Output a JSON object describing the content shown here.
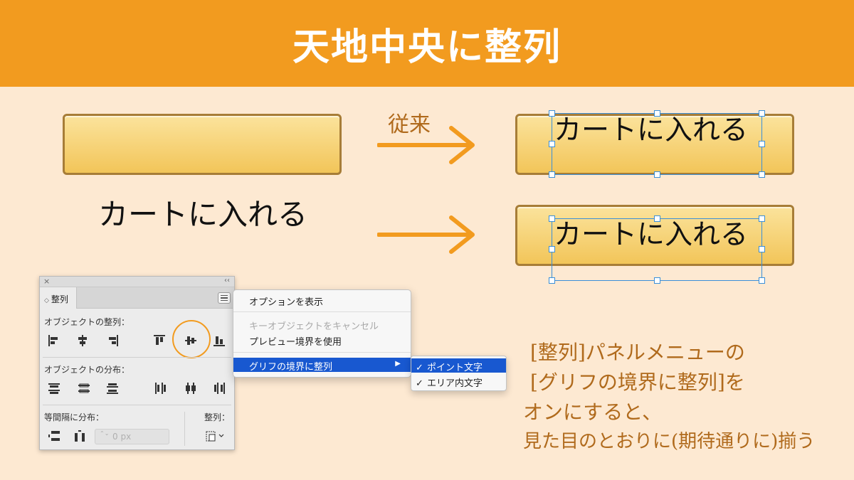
{
  "header": {
    "title": "天地中央に整列"
  },
  "illustration": {
    "button_label": "カートに入れる",
    "arrow_caption": "従来"
  },
  "panel": {
    "close": "×",
    "collapse": "‹‹",
    "tab": "整列",
    "tab_arrow": "◇",
    "section_align": "オブジェクトの整列：",
    "section_distribute": "オブジェクトの分布：",
    "section_spacing": "等間隔に分布：",
    "section_align_to": "整列：",
    "spacing_value": "0 px",
    "spin_arrows": "⌃⌄"
  },
  "context_menu": {
    "items": [
      {
        "label": "オプションを表示",
        "disabled": false
      },
      {
        "label": "キーオブジェクトをキャンセル",
        "disabled": true
      },
      {
        "label": "プレビュー境界を使用",
        "disabled": false
      },
      {
        "label": "グリフの境界に整列",
        "highlighted": true
      }
    ],
    "submenu_arrow": "▶",
    "submenu": [
      {
        "label": "ポイント文字",
        "checked": true,
        "highlighted": true
      },
      {
        "label": "エリア内文字",
        "checked": true
      }
    ],
    "check_glyph": "✓"
  },
  "note": {
    "lines": [
      "[整列]パネルメニューの",
      "[グリフの境界に整列]を",
      "オンにすると、",
      "見た目のとおりに(期待通りに)揃う"
    ]
  },
  "colors": {
    "accent": "#f29b1f",
    "background": "#fde9d2",
    "selection": "#3a8fd9",
    "menu_highlight": "#1858d0",
    "handwriting": "#b06a1c"
  }
}
